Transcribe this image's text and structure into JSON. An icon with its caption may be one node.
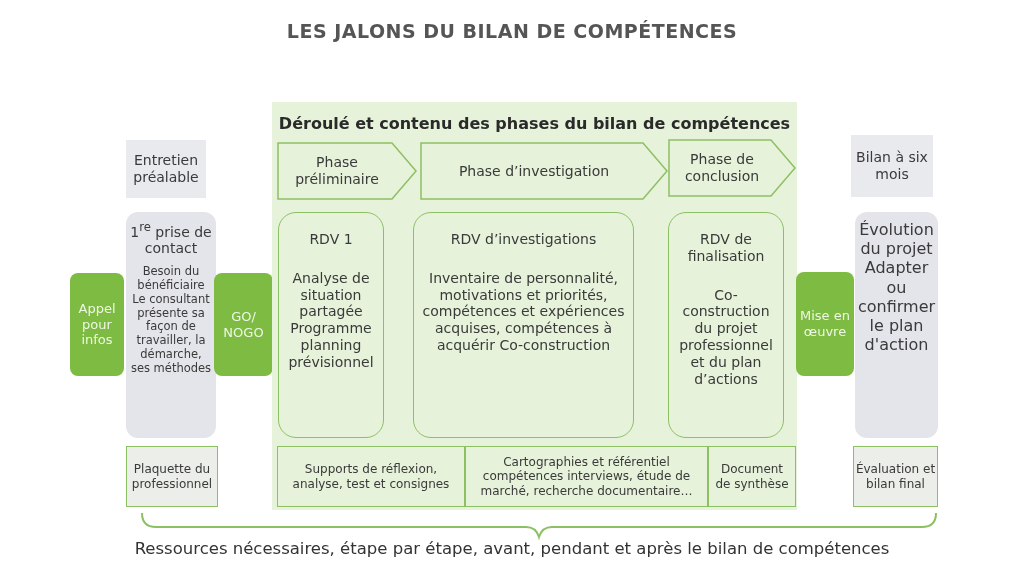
{
  "diagram": {
    "title": "LES JALONS DU BILAN DE COMPÉTENCES",
    "caption": "Ressources nécessaires, étape par étape, avant, pendant et après le bilan de compétences",
    "nodes": [
      {
        "text": [
          "Entretien préalable"
        ]
      },
      {
        "text": [
          "1$^{re}$ prise de contact",
          "Besoin du bénéficiaire Le consultant présente sa façon de travailler, la démarche, ses méthodes"
        ]
      },
      {
        "text": [
          "Appel pour infos"
        ]
      },
      {
        "text": [
          "GO/ NOGO"
        ]
      },
      {
        "text": [
          "Plaquette du professionnel"
        ]
      },
      {
        "text": [
          "Déroulé et contenu des phases du bilan de compétences"
        ]
      },
      {
        "text": [
          "Phase préliminaire"
        ],
        "in": 5
      },
      {
        "text": [
          "Phase d’investigation"
        ],
        "in": 5
      },
      {
        "text": [
          "Phase de conclusion"
        ],
        "in": 5
      },
      {
        "text": [
          "RDV 1",
          "Analyse de situation partagée Programme planning prévisionnel"
        ],
        "in": 5
      },
      {
        "text": [
          "RDV d’investigations",
          "Inventaire de personnalité, motivations et priorités, compétences et expériences acquises, compétences à acquérir Co-construction"
        ],
        "in": 5
      },
      {
        "text": [
          "RDV de finalisation",
          "Co-construction du projet professionnel et du plan d’actions"
        ],
        "in": 5
      },
      {
        "text": [
          "Supports de réflexion, analyse, test et consignes"
        ],
        "in": 5
      },
      {
        "text": [
          "Cartographies et référentiel compétences interviews, étude de marché, recherche documentaire…"
        ],
        "in": 5
      },
      {
        "text": [
          "Document de synthèse"
        ],
        "in": 5
      },
      {
        "text": [
          "Bilan à six mois"
        ]
      },
      {
        "text": [
          "Mise en œuvre"
        ]
      },
      {
        "text": [
          "Évolution du projet Adapter ou confirmer le plan d'action"
        ]
      },
      {
        "text": [
          "Évaluation et bilan final"
        ]
      }
    ],
    "edges": []
  }
}
